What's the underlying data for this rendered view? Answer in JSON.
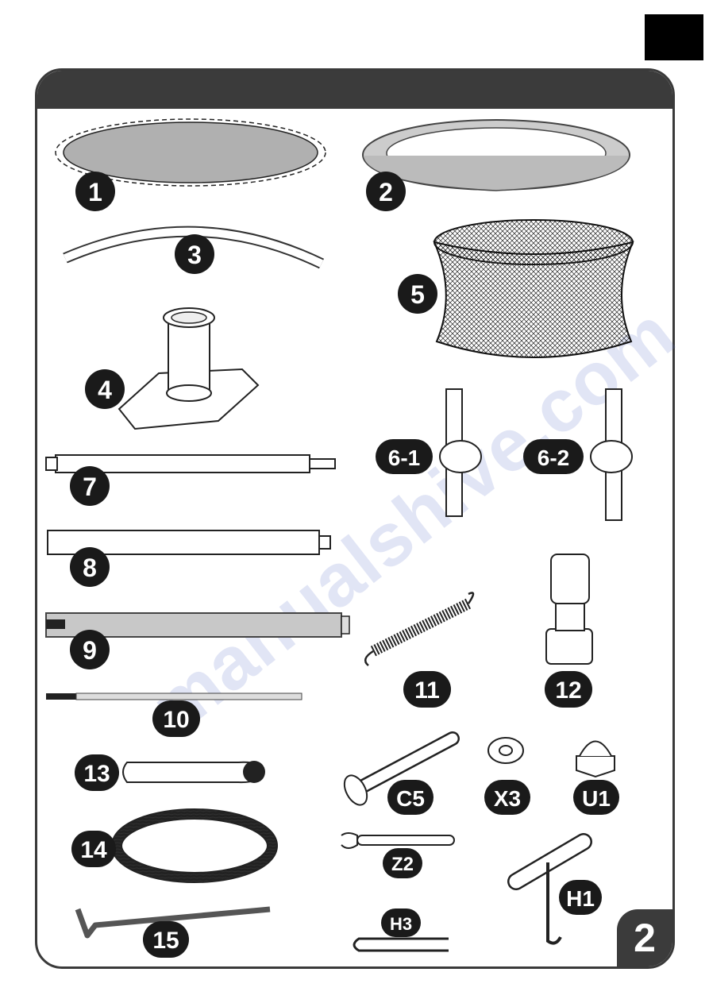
{
  "page": {
    "number": "2",
    "watermark": "manualshive.com"
  },
  "parts": [
    {
      "id": "p1",
      "label": "1"
    },
    {
      "id": "p2",
      "label": "2"
    },
    {
      "id": "p3",
      "label": "3"
    },
    {
      "id": "p4",
      "label": "4"
    },
    {
      "id": "p5",
      "label": "5"
    },
    {
      "id": "p6-1",
      "label": "6-1"
    },
    {
      "id": "p6-2",
      "label": "6-2"
    },
    {
      "id": "p7",
      "label": "7"
    },
    {
      "id": "p8",
      "label": "8"
    },
    {
      "id": "p9",
      "label": "9"
    },
    {
      "id": "p10",
      "label": "10"
    },
    {
      "id": "p11",
      "label": "11"
    },
    {
      "id": "p12",
      "label": "12"
    },
    {
      "id": "p13",
      "label": "13"
    },
    {
      "id": "p14",
      "label": "14"
    },
    {
      "id": "p15",
      "label": "15"
    },
    {
      "id": "pC5",
      "label": "C5"
    },
    {
      "id": "pX3",
      "label": "X3"
    },
    {
      "id": "pU1",
      "label": "U1"
    },
    {
      "id": "pZ2",
      "label": "Z2"
    },
    {
      "id": "pH1",
      "label": "H1"
    },
    {
      "id": "pH3",
      "label": "H3"
    }
  ]
}
